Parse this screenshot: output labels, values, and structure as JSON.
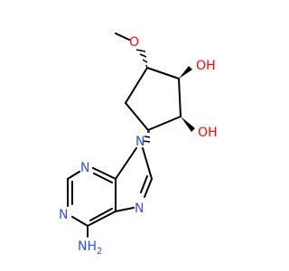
{
  "molecule": {
    "atoms": {
      "methoxy_o": "O",
      "oh_top": "OH",
      "oh_bottom": "OH",
      "n9": "N",
      "n1": "N",
      "n3": "N",
      "n7": "N",
      "amine": "NH",
      "amine_subscript": "2"
    },
    "colors": {
      "bond": "#000000",
      "oxygen": "#ff0d0d",
      "nitrogen": "#3050f8"
    }
  }
}
